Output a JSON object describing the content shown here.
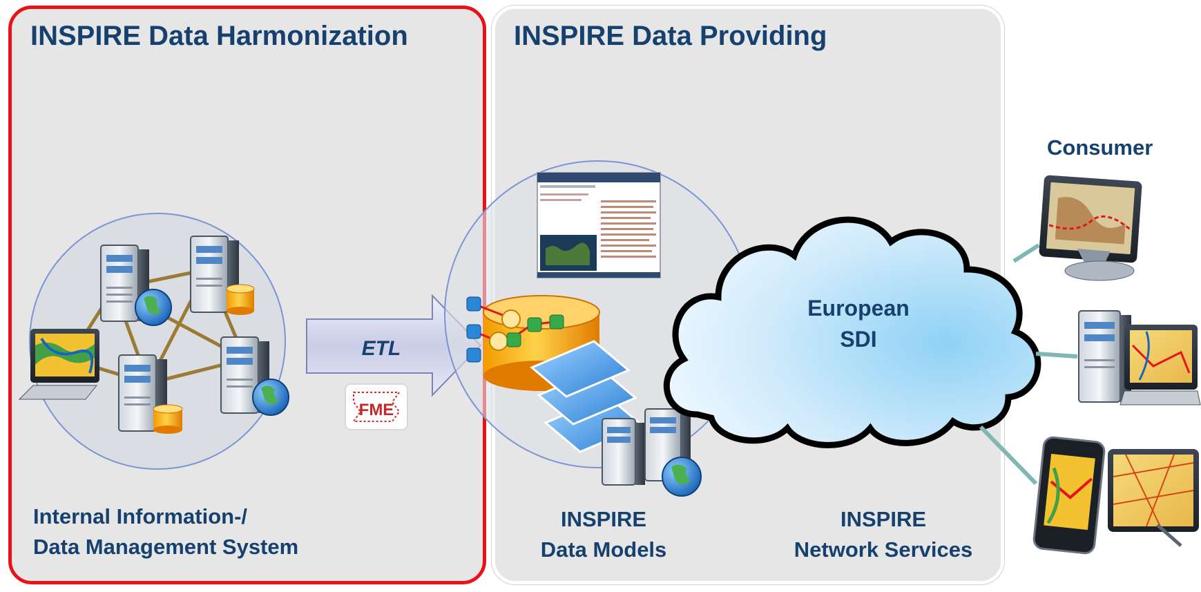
{
  "harmonization": {
    "title": "INSPIRE Data Harmonization",
    "label_line1": "Internal Information-/",
    "label_line2": "Data Management System"
  },
  "providing": {
    "title": "INSPIRE Data Providing",
    "models_line1": "INSPIRE",
    "models_line2": "Data Models",
    "services_line1": "INSPIRE",
    "services_line2": "Network Services"
  },
  "etl": {
    "label": "ETL",
    "logo": "FME"
  },
  "cloud": {
    "line1": "European",
    "line2": "SDI"
  },
  "consumer": {
    "title": "Consumer"
  },
  "colors": {
    "title_blue": "#16416f",
    "highlight_red": "#e8131a",
    "panel_gray": "#e6e6e6",
    "link_brown": "#9a7a35",
    "cloud_blue": "#bfe3f7"
  },
  "icons": [
    "server-icon",
    "globe-icon",
    "database-icon",
    "monitor-icon",
    "cloud-icon",
    "layers-icon",
    "arrow-icon",
    "phone-icon",
    "tablet-icon",
    "fme-logo-icon"
  ]
}
